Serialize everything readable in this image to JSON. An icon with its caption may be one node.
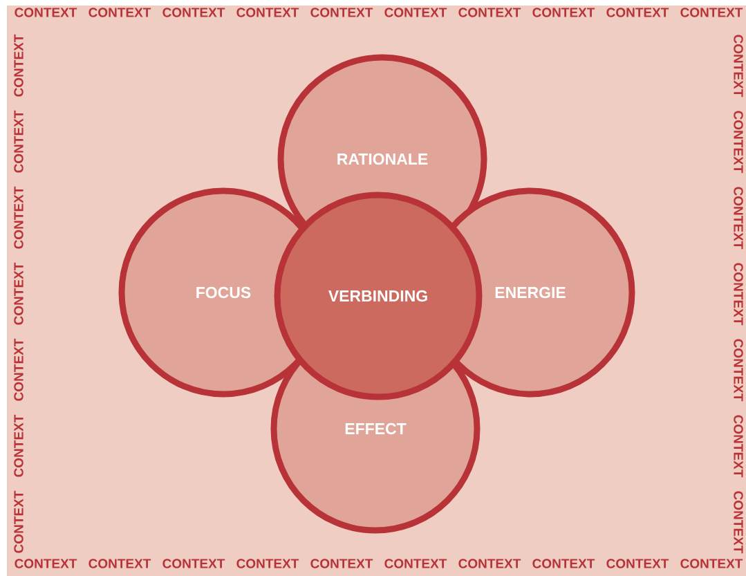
{
  "diagram": {
    "nodes": [
      {
        "text": [
          "RATIONALE"
        ]
      },
      {
        "text": [
          "FOCUS"
        ]
      },
      {
        "text": [
          "VERBINDING"
        ]
      },
      {
        "text": [
          "ENERGIE"
        ]
      },
      {
        "text": [
          "EFFECT"
        ]
      }
    ],
    "labels": [
      "CONTEXT",
      "CONTEXT",
      "CONTEXT",
      "CONTEXT",
      "CONTEXT",
      "CONTEXT",
      "CONTEXT",
      "CONTEXT",
      "CONTEXT",
      "CONTEXT",
      "CONTEXT",
      "CONTEXT",
      "CONTEXT",
      "CONTEXT",
      "CONTEXT",
      "CONTEXT",
      "CONTEXT",
      "CONTEXT",
      "CONTEXT",
      "CONTEXT",
      "CONTEXT",
      "CONTEXT",
      "CONTEXT",
      "CONTEXT",
      "CONTEXT",
      "CONTEXT",
      "CONTEXT",
      "CONTEXT",
      "CONTEXT",
      "CONTEXT",
      "CONTEXT",
      "CONTEXT",
      "CONTEXT",
      "CONTEXT"
    ]
  }
}
